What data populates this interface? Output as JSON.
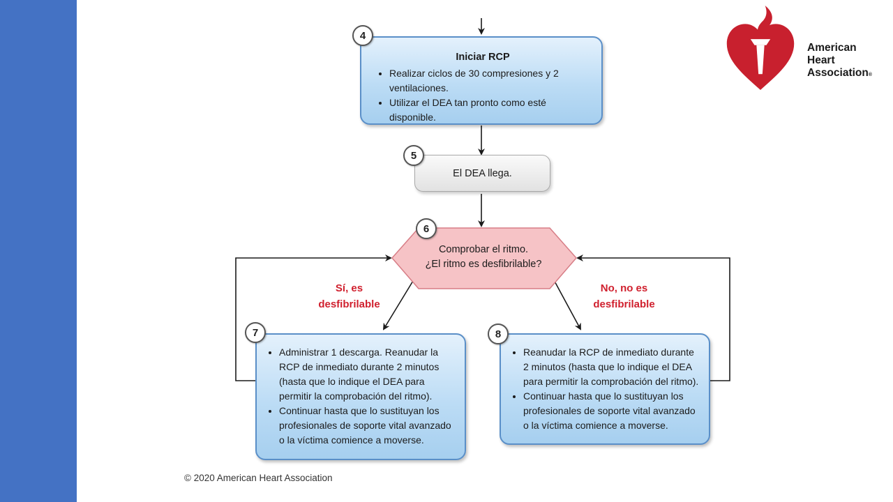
{
  "steps": {
    "s4": {
      "number": "4",
      "title": "Iniciar RCP",
      "bullets": [
        "Realizar ciclos de 30 compresiones y 2 ventilaciones.",
        "Utilizar el DEA tan pronto como esté disponible."
      ]
    },
    "s5": {
      "number": "5",
      "text": "El DEA llega."
    },
    "s6": {
      "number": "6",
      "line1": "Comprobar el ritmo.",
      "line2": "¿El ritmo es desfibrilable?"
    },
    "s7": {
      "number": "7",
      "bullets": [
        "Administrar 1 descarga. Reanudar la RCP de inmediato durante 2 minutos (hasta que lo indique el DEA para permitir la comprobación del ritmo).",
        "Continuar hasta que lo sustituyan los profesionales de soporte vital avanzado o la víctima comience a moverse."
      ]
    },
    "s8": {
      "number": "8",
      "bullets": [
        "Reanudar la RCP de inmediato durante 2 minutos (hasta que lo indique el DEA para permitir la comprobación del ritmo).",
        "Continuar hasta que lo sustituyan los profesionales de soporte vital avanzado o la víctima comience a moverse."
      ]
    }
  },
  "branches": {
    "yes": {
      "line1": "Sí, es",
      "line2": "desfibrilable"
    },
    "no": {
      "line1": "No, no es",
      "line2": "desfibrilable"
    }
  },
  "copyright": "© 2020 American Heart Association",
  "logo": {
    "line1": "American",
    "line2": "Heart",
    "line3": "Association",
    "registered": "®",
    "icon": "heart-torch-icon"
  },
  "colors": {
    "sidebar": "#4472c4",
    "box_border": "#5a8fc8",
    "hexagon_fill": "#f6c3c6",
    "branch_label": "#d0202e",
    "logo_red": "#c8202e"
  }
}
